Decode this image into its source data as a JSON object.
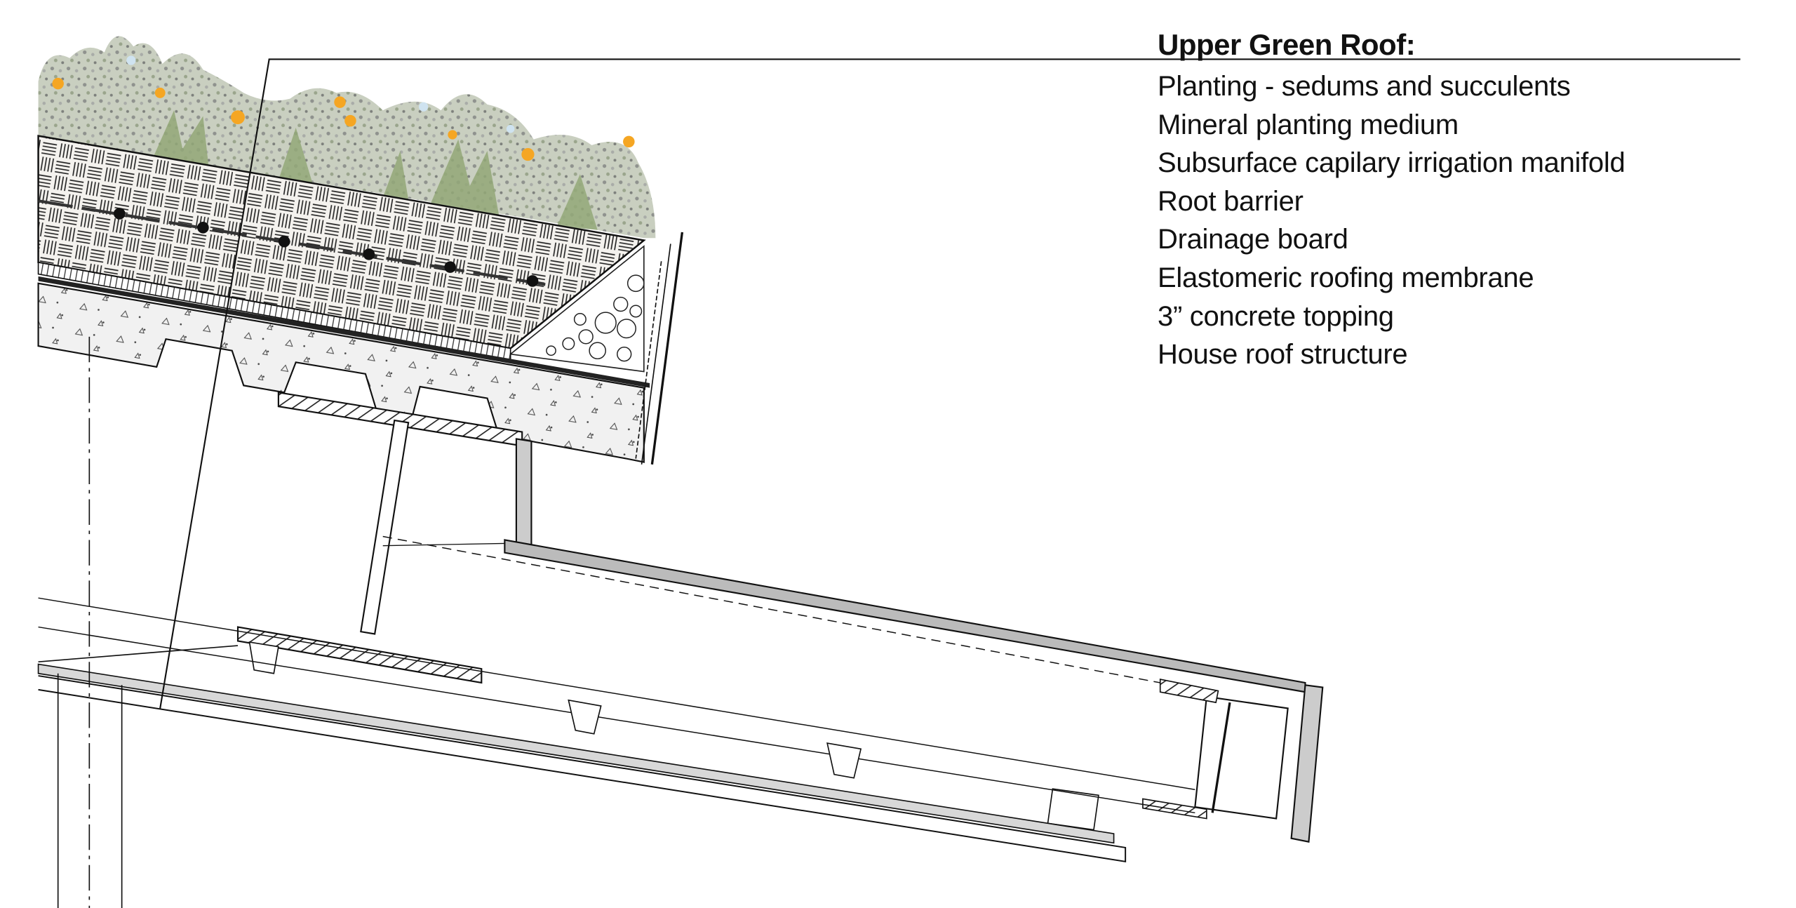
{
  "legend": {
    "title": "Upper Green Roof:",
    "items": [
      "Planting - sedums and succulents",
      "Mineral planting medium",
      "Subsurface capilary irrigation manifold",
      "Root barrier",
      "Drainage board",
      "Elastomeric roofing membrane",
      "3” concrete topping",
      "House roof structure"
    ]
  },
  "colors": {
    "flower": "#f5a623",
    "foliage": "#9db07f",
    "foliage_gray": "#a8aaa8",
    "soil_bg": "#f4f2ee",
    "concrete": "#f1f1f1",
    "line": "#111111"
  }
}
